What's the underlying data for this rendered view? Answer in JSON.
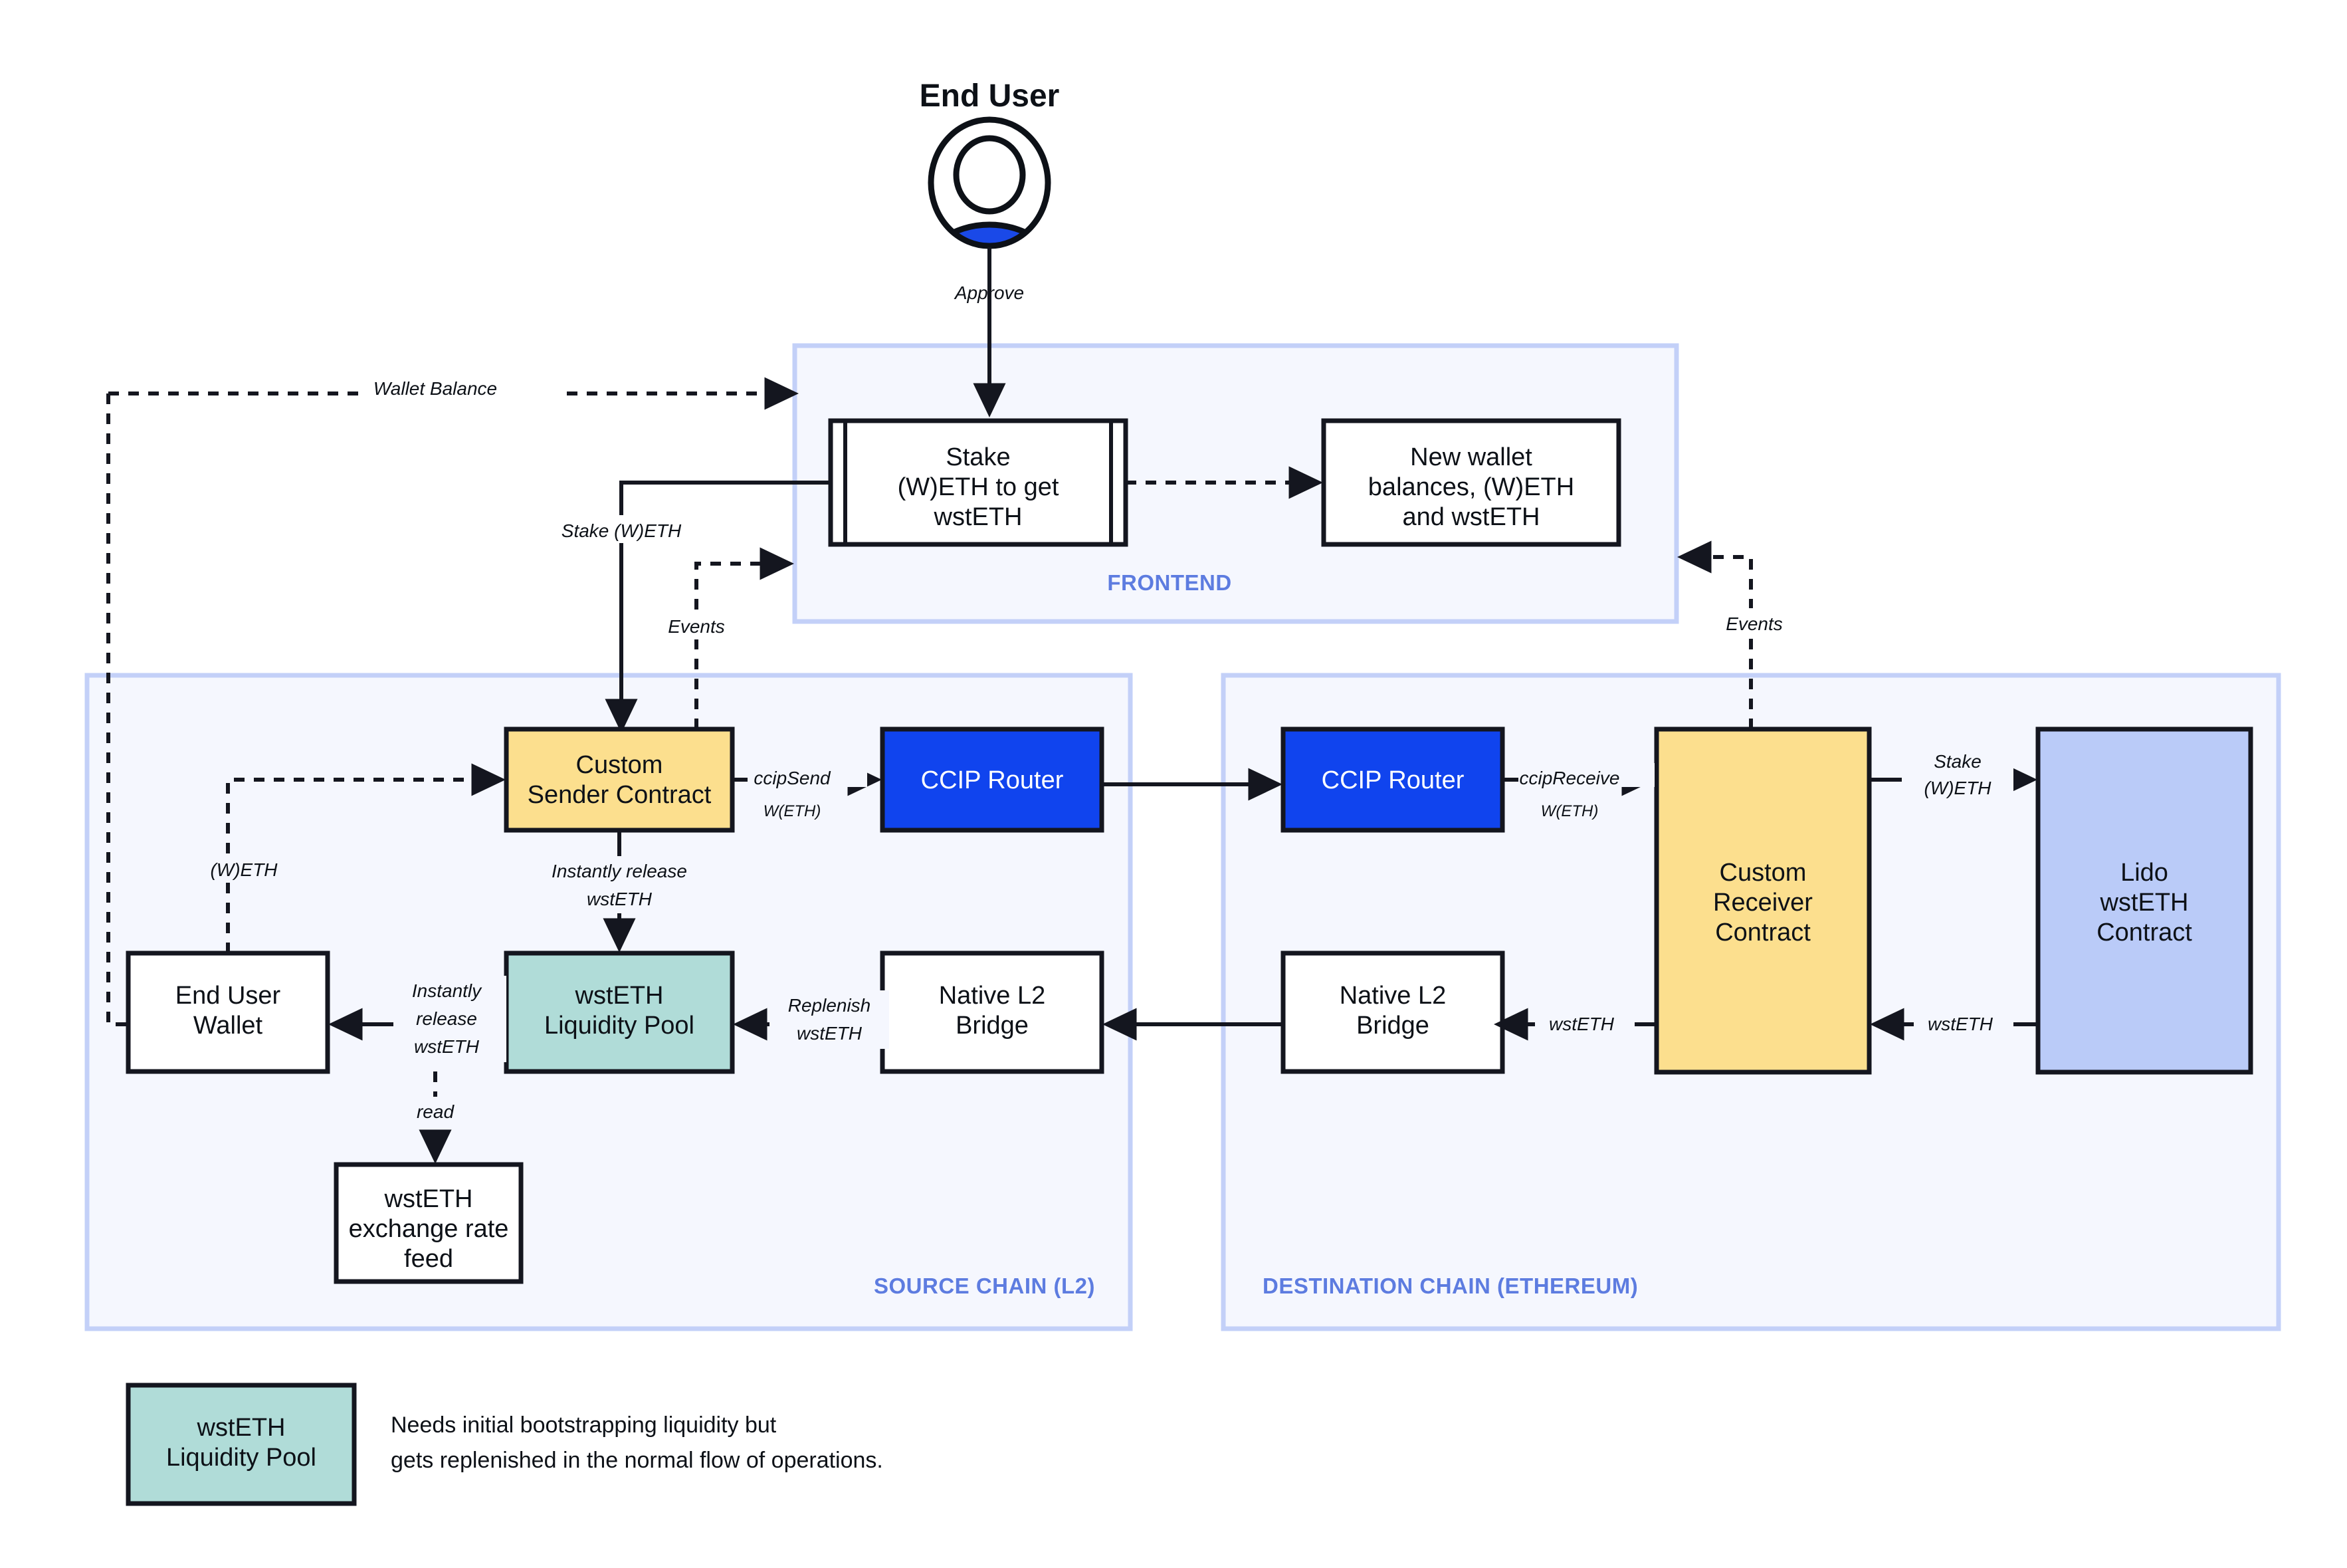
{
  "diagram": {
    "title": "End User",
    "actor": {
      "label": "End User",
      "icon": "user-avatar-icon",
      "accent": "#1a49e8"
    }
  },
  "zones": [
    {
      "id": "frontend",
      "label": "FRONTEND",
      "fill": "#f5f7fe",
      "stroke": "#c3d0f8"
    },
    {
      "id": "source",
      "label": "SOURCE CHAIN (L2)",
      "fill": "#f5f7fe",
      "stroke": "#c3d0f8"
    },
    {
      "id": "destination",
      "label": "DESTINATION CHAIN (ETHEREUM)",
      "fill": "#f5f7fe",
      "stroke": "#c3d0f8"
    }
  ],
  "nodes": {
    "stake_form": {
      "label_lines": [
        "Stake",
        "(W)ETH to get",
        "wstETH"
      ],
      "fill": "#ffffff",
      "shape": "predefined-process"
    },
    "new_balances": {
      "label_lines": [
        "New wallet",
        "balances, (W)ETH",
        "and wstETH"
      ],
      "fill": "#ffffff",
      "shape": "rect"
    },
    "sender_contract": {
      "label_lines": [
        "Custom",
        "Sender Contract"
      ],
      "fill": "#fcdf8e",
      "shape": "rect"
    },
    "router_src": {
      "label_lines": [
        "CCIP Router"
      ],
      "fill": "#1044ee",
      "text_color": "#ffffff",
      "shape": "rect"
    },
    "router_dst": {
      "label_lines": [
        "CCIP Router"
      ],
      "fill": "#1044ee",
      "text_color": "#ffffff",
      "shape": "rect"
    },
    "receiver_contract": {
      "label_lines": [
        "Custom",
        "Receiver",
        "Contract"
      ],
      "fill": "#fcdf8e",
      "shape": "rect"
    },
    "lido_contract": {
      "label_lines": [
        "Lido",
        "wstETH",
        "Contract"
      ],
      "fill": "#bacbf8",
      "shape": "rect"
    },
    "user_wallet": {
      "label_lines": [
        "End User",
        "Wallet"
      ],
      "fill": "#ffffff",
      "shape": "rect"
    },
    "liquidity_pool": {
      "label_lines": [
        "wstETH",
        "Liquidity Pool"
      ],
      "fill": "#b0dcd8",
      "shape": "rect"
    },
    "bridge_src": {
      "label_lines": [
        "Native L2",
        "Bridge"
      ],
      "fill": "#ffffff",
      "shape": "rect"
    },
    "bridge_dst": {
      "label_lines": [
        "Native L2",
        "Bridge"
      ],
      "fill": "#ffffff",
      "shape": "rect"
    },
    "rate_feed": {
      "label_lines": [
        "wstETH",
        "exchange rate",
        "feed"
      ],
      "fill": "#ffffff",
      "shape": "rect"
    }
  },
  "edges": {
    "approve": {
      "label": "Approve",
      "style": "solid"
    },
    "wallet_balance": {
      "label": "Wallet Balance",
      "style": "dashed"
    },
    "stake_weth": {
      "label": "Stake (W)ETH",
      "style": "solid"
    },
    "events_left": {
      "label": "Events",
      "style": "dashed"
    },
    "events_right": {
      "label": "Events",
      "style": "dashed"
    },
    "weth": {
      "label": "(W)ETH",
      "style": "dashed"
    },
    "ccip_send": {
      "label": "ccipSend",
      "sublabel": "W(ETH)",
      "style": "solid"
    },
    "ccip_receive": {
      "label": "ccipReceive",
      "sublabel": "W(ETH)",
      "style": "solid"
    },
    "stake_weth_dst": {
      "label_lines": [
        "Stake",
        "(W)ETH"
      ],
      "style": "solid"
    },
    "instant_release_pool": {
      "label_lines": [
        "Instantly release",
        "wstETH"
      ],
      "style": "solid"
    },
    "instant_release_wallet": {
      "label_lines": [
        "Instantly",
        "release",
        "wstETH"
      ],
      "style": "solid"
    },
    "replenish": {
      "label_lines": [
        "Replenish",
        "wstETH"
      ],
      "style": "solid"
    },
    "read": {
      "label": "read",
      "style": "dashed"
    },
    "wsteth_receiver": {
      "label": "wstETH",
      "style": "solid"
    },
    "wsteth_bridge": {
      "label": "wstETH",
      "style": "solid"
    },
    "new_balances_flow": {
      "label": "",
      "style": "dashed"
    }
  },
  "legend": {
    "swatch_lines": [
      "wstETH",
      "Liquidity Pool"
    ],
    "swatch_fill": "#b0dcd8",
    "note_lines": [
      "Needs initial bootstrapping liquidity but",
      "gets replenished in the normal flow of operations."
    ]
  }
}
